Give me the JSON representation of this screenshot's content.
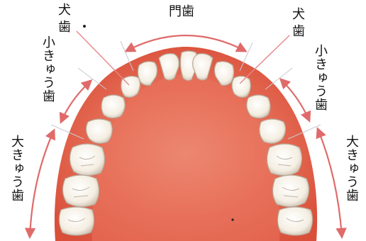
{
  "labels": {
    "incisors": "門歯",
    "canine_left_1": "犬",
    "canine_left_2": "歯",
    "canine_right_1": "犬",
    "canine_right_2": "歯",
    "premolar_left": "小きゅう歯",
    "premolar_right": "小きゅう歯",
    "molar_left": "大きゅう歯",
    "molar_right": "大きゅう歯"
  },
  "colors": {
    "arrow": "#e06a6a",
    "pointer_line": "#e8868a",
    "gum": "#e86a55",
    "gum_inner": "#d9503c",
    "tooth": "#f7f2e8",
    "tooth_shadow": "#b8a99a"
  }
}
